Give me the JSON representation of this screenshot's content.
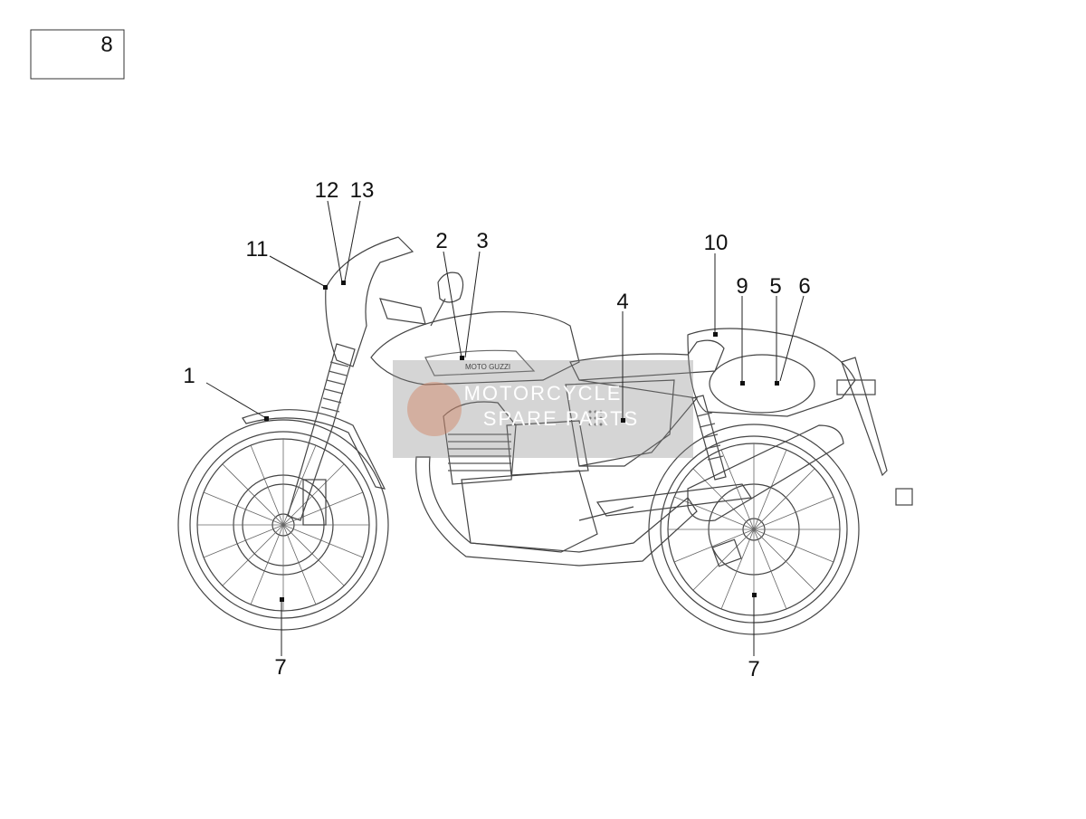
{
  "ref_box": {
    "label": "8"
  },
  "callouts": [
    {
      "id": "c1",
      "label": "1"
    },
    {
      "id": "c2",
      "label": "2"
    },
    {
      "id": "c3",
      "label": "3"
    },
    {
      "id": "c4",
      "label": "4"
    },
    {
      "id": "c5",
      "label": "5"
    },
    {
      "id": "c6",
      "label": "6"
    },
    {
      "id": "c7a",
      "label": "7"
    },
    {
      "id": "c7b",
      "label": "7"
    },
    {
      "id": "c9",
      "label": "9"
    },
    {
      "id": "c10",
      "label": "10"
    },
    {
      "id": "c11",
      "label": "11"
    },
    {
      "id": "c12",
      "label": "12"
    },
    {
      "id": "c13",
      "label": "13"
    }
  ],
  "tank_logo": "MOTO GUZZI",
  "watermark": {
    "line1": "MOTORCYCLE",
    "line2": "SPARE PARTS"
  }
}
